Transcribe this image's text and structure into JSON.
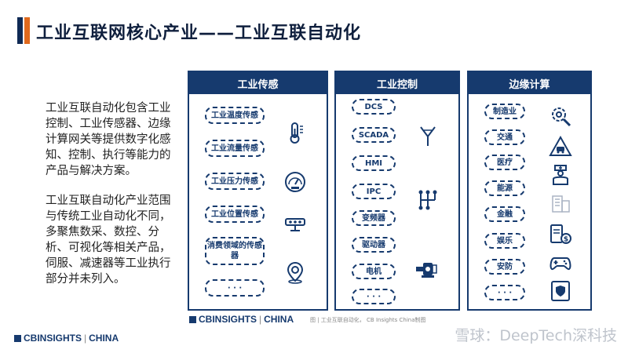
{
  "title": "工业互联网核心产业——工业互联自动化",
  "description": [
    "工业互联自动化包含工业控制、工业传感器、边缘计算网关等提供数字化感知、控制、执行等能力的产品与解决方案。",
    "工业互联自动化产业范围与传统工业自动化不同，多聚焦数采、数控、分析、可视化等相关产品，伺服、减速器等工业执行部分并未列入。"
  ],
  "panels": [
    {
      "title": "工业传感",
      "items": [
        "工业温度传感",
        "工业流量传感",
        "工业压力传感",
        "工业位置传感",
        "消费领域的传感器",
        "· · ·"
      ],
      "icons": [
        "thermometer-icon",
        "pressure-gauge-icon",
        "depth-camera-icon",
        "location-pin-icon"
      ]
    },
    {
      "title": "工业控制",
      "items": [
        "DCS",
        "SCADA",
        "HMI",
        "IPC",
        "变频器",
        "驱动器",
        "电机",
        "· · ·"
      ],
      "icons": [
        "antenna-icon",
        "gear-shift-icon",
        "motor-icon"
      ]
    },
    {
      "title": "边缘计算",
      "items": [
        "制造业",
        "交通",
        "医疗",
        "能源",
        "金融",
        "娱乐",
        "安防",
        "· · ·"
      ],
      "icons": [
        "gear-wrench-icon",
        "car-crash-icon",
        "doctor-icon",
        "building-icon",
        "payment-icon",
        "gamepad-icon",
        "shield-icon"
      ]
    }
  ],
  "logo_text": "CBINSIGHTS",
  "logo_region": "CHINA",
  "caption": "图 | 工业互联自动化， CB Insights China制图",
  "watermark": "雪球：DeepTech深科技",
  "colors": {
    "navy": "#163a6e",
    "orange": "#e06a1e"
  }
}
